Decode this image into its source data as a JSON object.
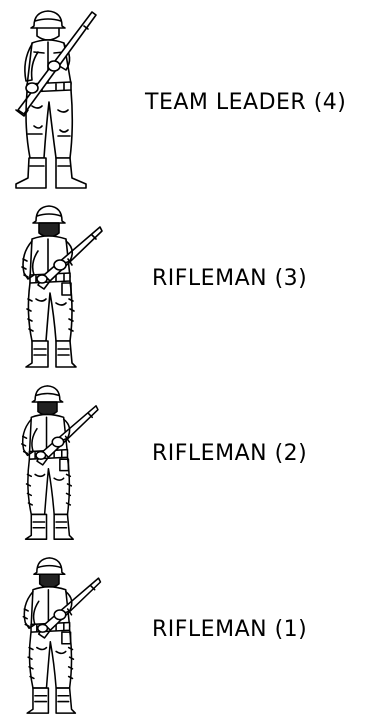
{
  "roles": [
    {
      "label": "TEAM LEADER (4)",
      "icon": "soldier-port-arms-icon"
    },
    {
      "label": "RIFLEMAN (3)",
      "icon": "soldier-ready-icon"
    },
    {
      "label": "RIFLEMAN (2)",
      "icon": "soldier-ready-icon"
    },
    {
      "label": "RIFLEMAN (1)",
      "icon": "soldier-ready-icon"
    }
  ]
}
